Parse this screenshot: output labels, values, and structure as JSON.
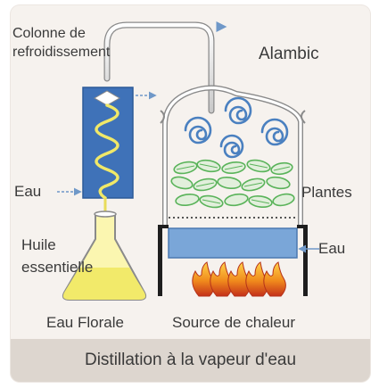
{
  "labels": {
    "condenser_line1": "Colonne de",
    "condenser_line2": "refroidissement",
    "still": "Alambic",
    "water_in": "Eau",
    "plants": "Plantes",
    "water_bath": "Eau",
    "essential_oil_line1": "Huile",
    "essential_oil_line2": "essentielle",
    "floral_water": "Eau Florale",
    "heat_source": "Source de chaleur"
  },
  "caption": "Distillation à la vapeur d'eau",
  "colors": {
    "card_background": "#f6f2ee",
    "caption_bar": "#ddd6cf",
    "condenser_blue": "#3f72b8",
    "water_blue": "#7aa6d8",
    "steam_swirl": "#4a80c0",
    "leaf_green": "#5ab35a",
    "essential_oil_yellow": "#f2ea6a",
    "flame_orange": "#f08a1c",
    "frame_dark": "#1e1e1e"
  },
  "icons": [
    "steam-swirl-icon",
    "leaf-icon",
    "flame-icon",
    "arrow-icon"
  ]
}
